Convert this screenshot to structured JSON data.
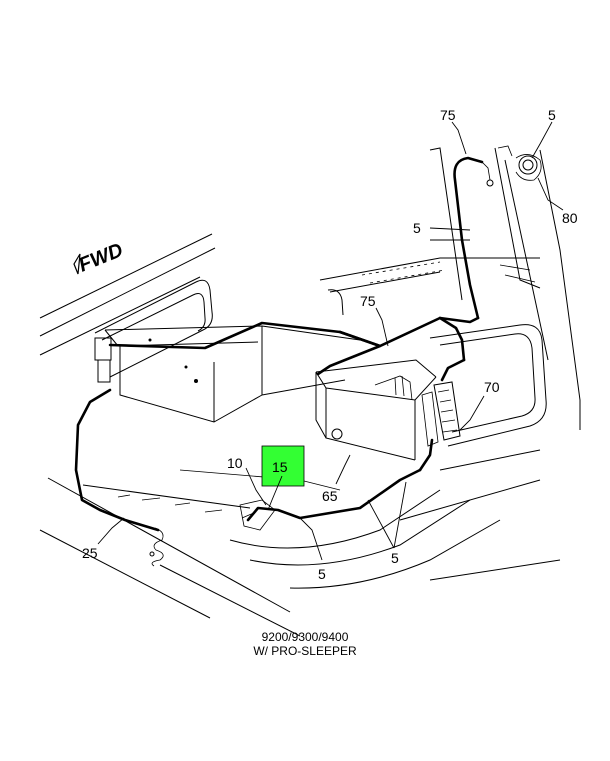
{
  "diagram": {
    "direction_label": "FWD",
    "callouts": {
      "c75_top": "75",
      "c5_top": "5",
      "c80": "80",
      "c5_upper": "5",
      "c75_mid": "75",
      "c70": "70",
      "c10": "10",
      "c15": "15",
      "c65": "65",
      "c25": "25",
      "c5_bottom_left": "5",
      "c5_bottom_right": "5"
    },
    "highlight_color": "#33ff33",
    "caption_line1": "9200/9300/9400",
    "caption_line2": "W/ PRO-SLEEPER"
  }
}
